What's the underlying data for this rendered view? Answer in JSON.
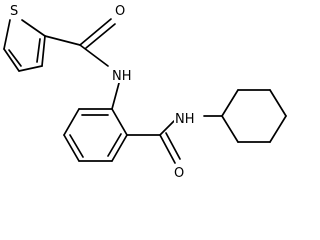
{
  "molecule": {
    "atoms": {
      "sulfur": "S",
      "oxygen_top": "O",
      "amide_nh_top": "NH",
      "amide_nh_right": "NH",
      "oxygen_bottom": "O"
    }
  }
}
